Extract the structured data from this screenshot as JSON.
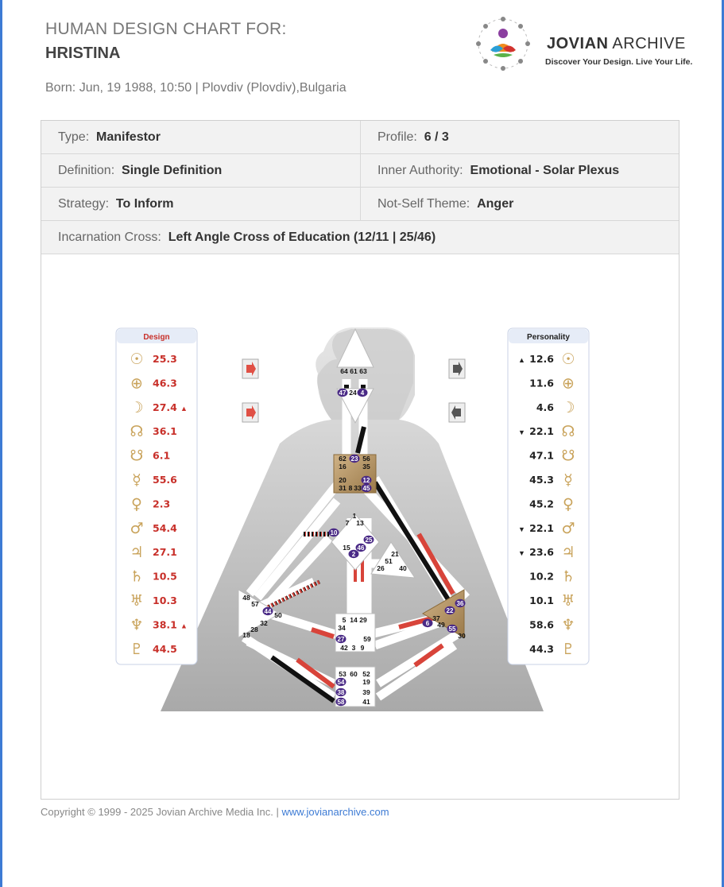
{
  "header": {
    "title": "HUMAN DESIGN CHART FOR:",
    "name": "HRISTINA",
    "born": "Born:  Jun, 19 1988, 10:50 | Plovdiv (Plovdiv),Bulgaria"
  },
  "logo": {
    "name_bold": "JOVIAN",
    "name_rest": " ARCHIVE",
    "tagline": "Discover Your Design. Live Your Life."
  },
  "info": {
    "type_label": "Type:",
    "type_value": "Manifestor",
    "profile_label": "Profile:",
    "profile_value": "6 / 3",
    "definition_label": "Definition:",
    "definition_value": "Single Definition",
    "authority_label": "Inner Authority:",
    "authority_value": "Emotional - Solar Plexus",
    "strategy_label": "Strategy:",
    "strategy_value": "To Inform",
    "notself_label": "Not-Self Theme:",
    "notself_value": "Anger",
    "cross_label": "Incarnation Cross:",
    "cross_value": "Left Angle Cross of Education (12/11 | 25/46)"
  },
  "design": {
    "header": "Design",
    "color": "#c8302a",
    "rows": [
      {
        "icon": "sun-icon",
        "glyph": "☉",
        "value": "25.3",
        "mark": ""
      },
      {
        "icon": "earth-icon",
        "glyph": "⊕",
        "value": "46.3",
        "mark": ""
      },
      {
        "icon": "moon-icon",
        "glyph": "☽",
        "value": "27.4",
        "mark": "▲"
      },
      {
        "icon": "north-node-icon",
        "glyph": "☊",
        "value": "36.1",
        "mark": ""
      },
      {
        "icon": "south-node-icon",
        "glyph": "☋",
        "value": "6.1",
        "mark": ""
      },
      {
        "icon": "mercury-icon",
        "glyph": "☿",
        "value": "55.6",
        "mark": ""
      },
      {
        "icon": "venus-icon",
        "glyph": "♀",
        "value": "2.3",
        "mark": ""
      },
      {
        "icon": "mars-icon",
        "glyph": "♂",
        "value": "54.4",
        "mark": ""
      },
      {
        "icon": "jupiter-icon",
        "glyph": "♃",
        "value": "27.1",
        "mark": ""
      },
      {
        "icon": "saturn-icon",
        "glyph": "♄",
        "value": "10.5",
        "mark": ""
      },
      {
        "icon": "uranus-icon",
        "glyph": "♅",
        "value": "10.3",
        "mark": ""
      },
      {
        "icon": "neptune-icon",
        "glyph": "♆",
        "value": "38.1",
        "mark": "▲"
      },
      {
        "icon": "pluto-icon",
        "glyph": "♇",
        "value": "44.5",
        "mark": ""
      }
    ]
  },
  "personality": {
    "header": "Personality",
    "color": "#222222",
    "rows": [
      {
        "icon": "sun-icon",
        "glyph": "☉",
        "value": "12.6",
        "mark": "▲"
      },
      {
        "icon": "earth-icon",
        "glyph": "⊕",
        "value": "11.6",
        "mark": ""
      },
      {
        "icon": "moon-icon",
        "glyph": "☽",
        "value": "4.6",
        "mark": ""
      },
      {
        "icon": "north-node-icon",
        "glyph": "☊",
        "value": "22.1",
        "mark": "▼"
      },
      {
        "icon": "south-node-icon",
        "glyph": "☋",
        "value": "47.1",
        "mark": ""
      },
      {
        "icon": "mercury-icon",
        "glyph": "☿",
        "value": "45.3",
        "mark": ""
      },
      {
        "icon": "venus-icon",
        "glyph": "♀",
        "value": "45.2",
        "mark": ""
      },
      {
        "icon": "mars-icon",
        "glyph": "♂",
        "value": "22.1",
        "mark": "▼"
      },
      {
        "icon": "jupiter-icon",
        "glyph": "♃",
        "value": "23.6",
        "mark": "▼"
      },
      {
        "icon": "saturn-icon",
        "glyph": "♄",
        "value": "10.2",
        "mark": ""
      },
      {
        "icon": "uranus-icon",
        "glyph": "♅",
        "value": "10.1",
        "mark": ""
      },
      {
        "icon": "neptune-icon",
        "glyph": "♆",
        "value": "58.6",
        "mark": ""
      },
      {
        "icon": "pluto-icon",
        "glyph": "♇",
        "value": "44.3",
        "mark": ""
      }
    ]
  },
  "bodygraph": {
    "defined_color": "#b39566",
    "design_channel_color": "#d8443a",
    "personality_channel_color": "#111111",
    "active_gate_color": "#4a2a86",
    "head_gates": [
      "64",
      "61",
      "63"
    ],
    "ajna_gates": [
      "47",
      "24",
      "4"
    ],
    "throat_gates": [
      "62",
      "23",
      "56",
      "16",
      "35",
      "20",
      "12",
      "31",
      "8",
      "33",
      "45"
    ],
    "g_gates": [
      "1",
      "7",
      "13",
      "10",
      "25",
      "15",
      "46",
      "2"
    ],
    "ego_gates": [
      "21",
      "51",
      "26",
      "40"
    ],
    "spleen_gates": [
      "48",
      "57",
      "44",
      "50",
      "32",
      "28",
      "18"
    ],
    "sacral_gates": [
      "5",
      "14",
      "29",
      "34",
      "27",
      "59",
      "42",
      "3",
      "9"
    ],
    "solar_gates": [
      "36",
      "22",
      "37",
      "6",
      "49",
      "55",
      "30"
    ],
    "root_gates": [
      "53",
      "60",
      "52",
      "54",
      "19",
      "38",
      "39",
      "58",
      "41"
    ]
  },
  "footer": {
    "copyright": "Copyright © 1999 - 2025 Jovian Archive Media Inc.  |",
    "link": "www.jovianarchive.com"
  }
}
